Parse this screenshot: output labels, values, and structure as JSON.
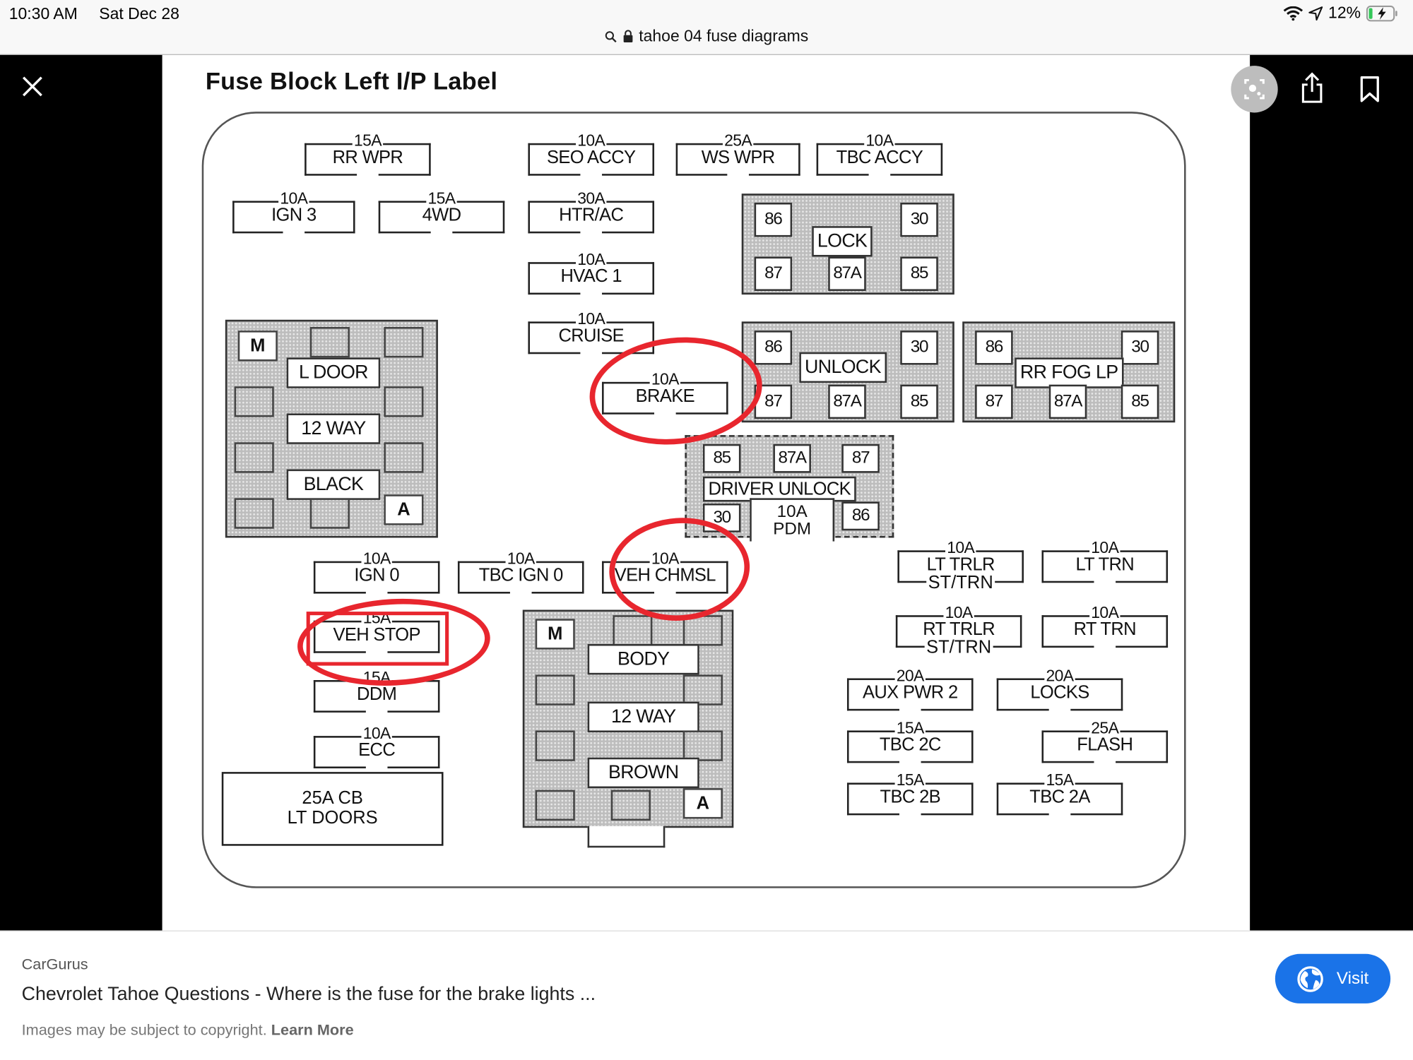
{
  "status_bar": {
    "time": "10:30 AM",
    "date": "Sat Dec 28",
    "battery_percent": "12%",
    "address_text": "tahoe 04 fuse diagrams"
  },
  "viewer": {
    "close_icon": "close-icon",
    "actions": [
      "lens-icon",
      "share-icon",
      "bookmark-icon"
    ]
  },
  "diagram": {
    "title": "Fuse Block  Left I/P Label",
    "fuses": [
      {
        "amp": "15A",
        "name": "RR WPR"
      },
      {
        "amp": "10A",
        "name": "SEO ACCY"
      },
      {
        "amp": "25A",
        "name": "WS WPR"
      },
      {
        "amp": "10A",
        "name": "TBC ACCY"
      },
      {
        "amp": "10A",
        "name": "IGN 3"
      },
      {
        "amp": "15A",
        "name": "4WD"
      },
      {
        "amp": "30A",
        "name": "HTR/AC"
      },
      {
        "amp": "10A",
        "name": "HVAC 1"
      },
      {
        "amp": "10A",
        "name": "CRUISE"
      },
      {
        "amp": "10A",
        "name": "BRAKE"
      },
      {
        "amp": "10A",
        "name": "IGN 0"
      },
      {
        "amp": "10A",
        "name": "TBC IGN 0"
      },
      {
        "amp": "10A",
        "name": "VEH CHMSL"
      },
      {
        "amp": "15A",
        "name": "VEH STOP"
      },
      {
        "amp": "15A",
        "name": "DDM"
      },
      {
        "amp": "10A",
        "name": "ECC"
      },
      {
        "amp": "10A",
        "name": "LT TRLR",
        "name2": "ST/TRN"
      },
      {
        "amp": "10A",
        "name": "LT TRN"
      },
      {
        "amp": "10A",
        "name": "RT TRLR",
        "name2": "ST/TRN"
      },
      {
        "amp": "10A",
        "name": "RT TRN"
      },
      {
        "amp": "20A",
        "name": "AUX PWR 2"
      },
      {
        "amp": "20A",
        "name": "LOCKS"
      },
      {
        "amp": "15A",
        "name": "TBC 2C"
      },
      {
        "amp": "25A",
        "name": "FLASH"
      },
      {
        "amp": "15A",
        "name": "TBC 2B"
      },
      {
        "amp": "15A",
        "name": "TBC 2A"
      },
      {
        "amp": "10A",
        "name": "PDM"
      }
    ],
    "relays": {
      "lock": {
        "label": "LOCK",
        "pins": [
          "86",
          "30",
          "87",
          "87A",
          "85"
        ]
      },
      "unlock": {
        "label": "UNLOCK",
        "pins": [
          "86",
          "30",
          "87",
          "87A",
          "85"
        ]
      },
      "rr_fog": {
        "label": "RR FOG LP",
        "pins": [
          "86",
          "30",
          "87",
          "87A",
          "85"
        ]
      },
      "driver_unlock": {
        "label": "DRIVER UNLOCK",
        "pins": [
          "85",
          "87A",
          "87",
          "30",
          "86"
        ]
      }
    },
    "connectors": {
      "left": {
        "labels": [
          "L DOOR",
          "12 WAY",
          "BLACK"
        ],
        "m": "M",
        "a": "A"
      },
      "body": {
        "labels": [
          "BODY",
          "12 WAY",
          "BROWN"
        ],
        "m": "M",
        "a": "A"
      }
    },
    "circuit_breaker": {
      "line1": "25A CB",
      "line2": "LT DOORS"
    },
    "highlighted": [
      "BRAKE",
      "VEH CHMSL",
      "VEH STOP"
    ],
    "highlight_color": "#e8262e"
  },
  "result": {
    "source": "CarGurus",
    "caption": "Chevrolet Tahoe Questions - Where is the fuse for the brake lights ...",
    "copyright": "Images may be subject to copyright.",
    "learn_more": "Learn More",
    "visit_label": "Visit",
    "visit_color": "#1a73e8"
  }
}
